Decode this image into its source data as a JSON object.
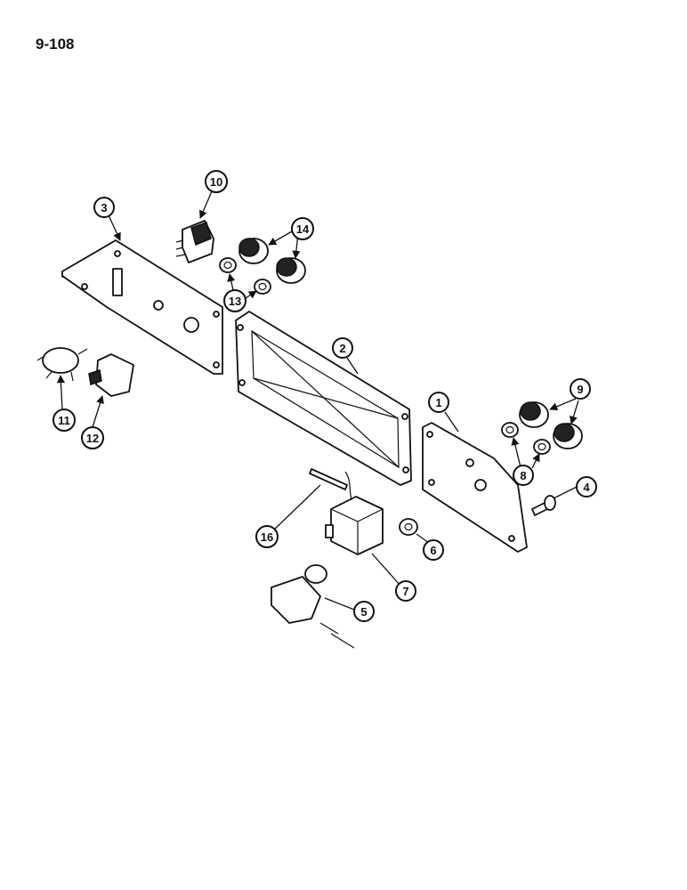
{
  "page": {
    "number": "9-108"
  },
  "callouts": [
    {
      "label": "1"
    },
    {
      "label": "2"
    },
    {
      "label": "3"
    },
    {
      "label": "4"
    },
    {
      "label": "5"
    },
    {
      "label": "6"
    },
    {
      "label": "7"
    },
    {
      "label": "8"
    },
    {
      "label": "9"
    },
    {
      "label": "10"
    },
    {
      "label": "11"
    },
    {
      "label": "12"
    },
    {
      "label": "13"
    },
    {
      "label": "14"
    },
    {
      "label": "16"
    }
  ]
}
